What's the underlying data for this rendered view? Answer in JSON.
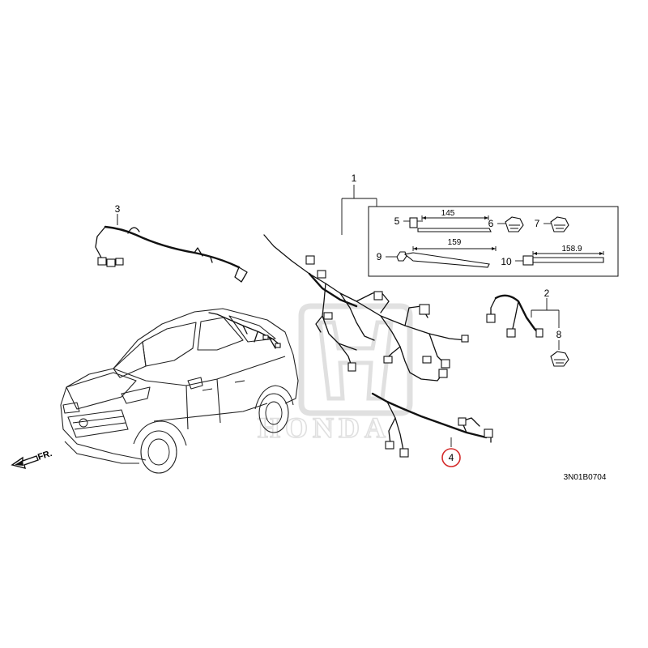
{
  "diagram": {
    "code": "3N01B0704",
    "front_arrow": "FR.",
    "watermark": "HONDA"
  },
  "callouts": [
    {
      "id": "1",
      "label": "1"
    },
    {
      "id": "2",
      "label": "2"
    },
    {
      "id": "3",
      "label": "3"
    },
    {
      "id": "4",
      "label": "4",
      "highlighted": true
    },
    {
      "id": "5",
      "label": "5"
    },
    {
      "id": "6",
      "label": "6"
    },
    {
      "id": "7",
      "label": "7"
    },
    {
      "id": "8",
      "label": "8"
    },
    {
      "id": "9",
      "label": "9"
    },
    {
      "id": "10",
      "label": "10"
    }
  ],
  "dimensions": {
    "part5": "145",
    "part9": "159",
    "part10": "158.9"
  },
  "colors": {
    "line": "#111111",
    "highlight": "#d42a2a",
    "watermark": "#c8c8c8"
  }
}
